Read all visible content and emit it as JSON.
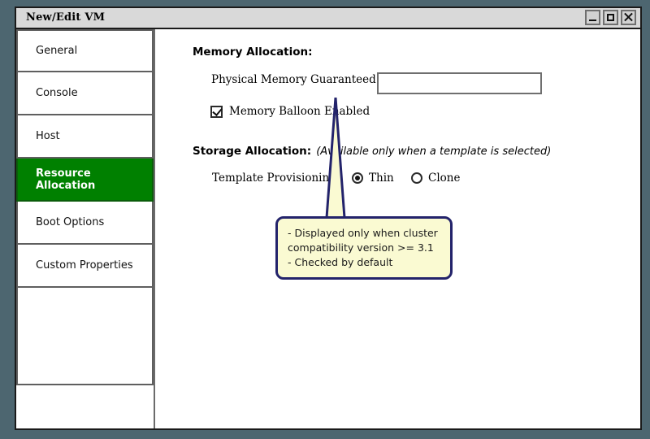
{
  "window": {
    "title": "New/Edit VM",
    "controls": [
      {
        "name": "minimize-button",
        "label": "_"
      },
      {
        "name": "maximize-button",
        "label": "□"
      },
      {
        "name": "close-button",
        "label": "×"
      }
    ]
  },
  "sidebar": {
    "items": [
      {
        "label": "General",
        "selected": false
      },
      {
        "label": "Console",
        "selected": false
      },
      {
        "label": "Host",
        "selected": false
      },
      {
        "label": "Resource Allocation",
        "selected": true
      },
      {
        "label": "Boot Options",
        "selected": false
      },
      {
        "label": "Custom Properties",
        "selected": false
      }
    ],
    "selected_color": "#008000",
    "selected_text_color": "#ffffff"
  },
  "main": {
    "memory_section": {
      "heading": "Memory Allocation:",
      "physical_memory_label": "Physical Memory Guaranteed",
      "physical_memory_value": "",
      "physical_memory_placeholder": "",
      "balloon_label": "Memory Balloon Enabled",
      "balloon_checked": true
    },
    "storage_section": {
      "heading": "Storage Allocation:",
      "heading_note": "(Available only when a template is selected)",
      "provisioning_label": "Template Provisioning",
      "options": [
        {
          "label": "Thin",
          "selected": true
        },
        {
          "label": "Clone",
          "selected": false
        }
      ]
    },
    "callout": {
      "text": "- Displayed only when cluster\ncompatibility version >= 3.1\n- Checked by default",
      "fill_color": "#fafad2",
      "border_color": "#23236b"
    }
  }
}
